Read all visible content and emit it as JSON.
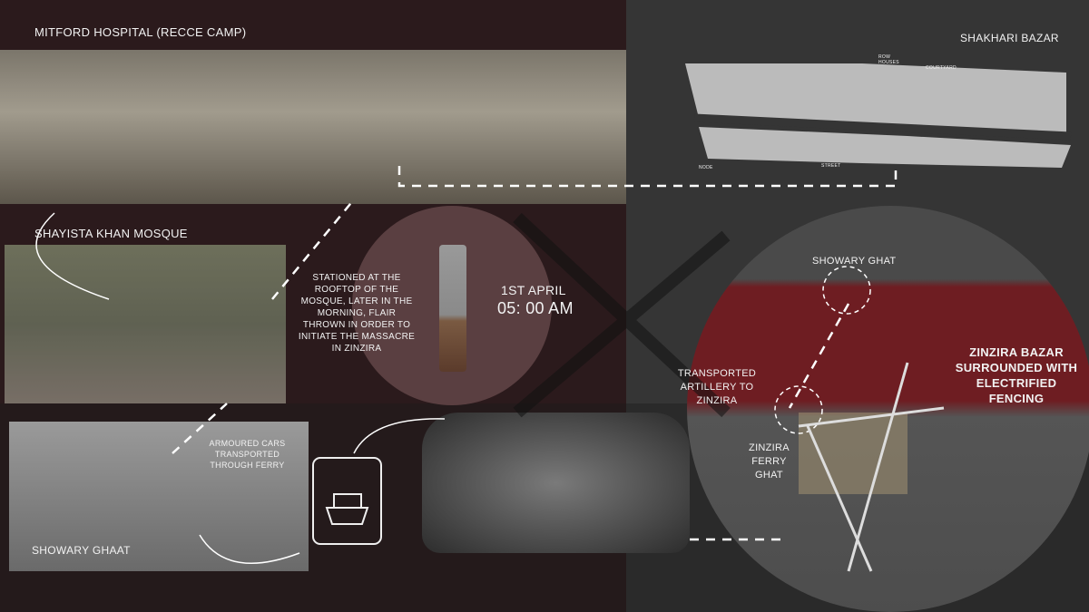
{
  "labels": {
    "mitford": "MITFORD  HOSPITAL (RECCE CAMP)",
    "shayista": "SHAYISTA KHAN MOSQUE",
    "stationed": "STATIONED AT THE ROOFTOP OF THE MOSQUE, LATER IN THE MORNING, FLAIR THROWN IN ORDER TO INITIATE THE MASSACRE IN ZINZIRA",
    "date": "1ST  APRIL",
    "time": "05: 00 AM",
    "shakhari": "SHAKHARI BAZAR",
    "armoured": "ARMOURED CARS TRANSPORTED THROUGH FERRY",
    "showary_ghaat": "SHOWARY  GHAAT",
    "showary_ghat": "SHOWARY GHAT",
    "transported": "TRANSPORTED ARTILLERY TO ZINZIRA",
    "zinzira_ferry": "ZINZIRA FERRY GHAT",
    "zinzira_bazar": "ZINZIRA BAZAR SURROUNDED WITH ELECTRIFIED FENCING"
  },
  "map_labels": {
    "row_houses": "ROW HOUSES",
    "courtyard": "COURTYARD",
    "node": "NODE",
    "street": "STREET"
  },
  "colors": {
    "maroon": "#2b1a1c",
    "gray": "#333333",
    "river": "#6e1d22"
  }
}
